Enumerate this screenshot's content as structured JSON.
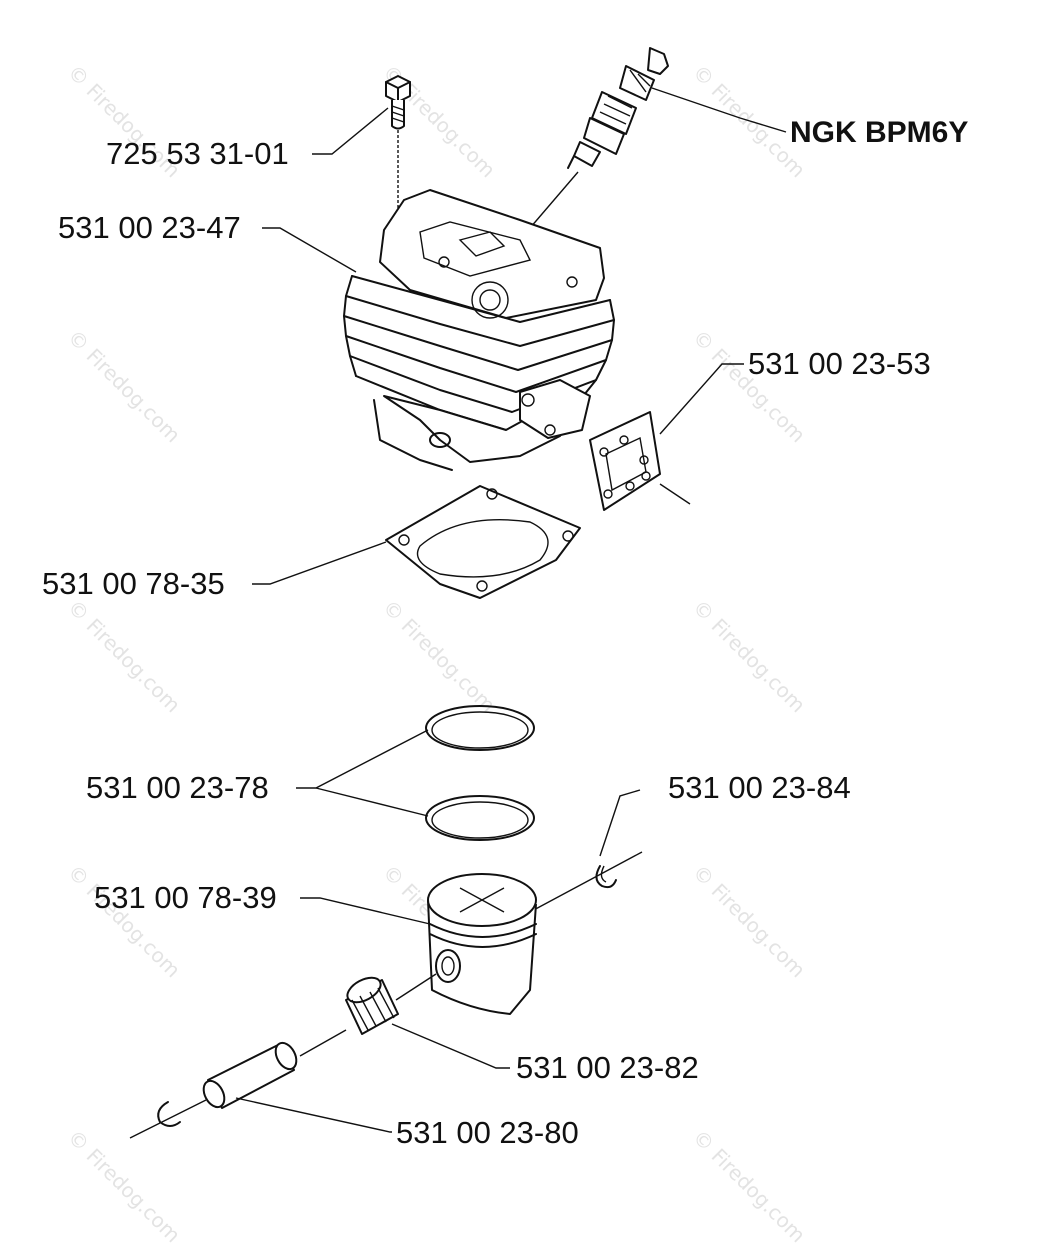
{
  "watermark": "© Firedog.com",
  "labels": {
    "screw": "725 53 31-01",
    "spark_plug": "NGK BPM6Y",
    "cylinder": "531 00 23-47",
    "exhaust_gasket": "531 00 23-53",
    "base_gasket": "531 00 78-35",
    "piston_rings": "531 00 23-78",
    "circlip": "531 00 23-84",
    "piston": "531 00 78-39",
    "needle_bearing": "531 00 23-82",
    "piston_pin": "531 00 23-80"
  }
}
